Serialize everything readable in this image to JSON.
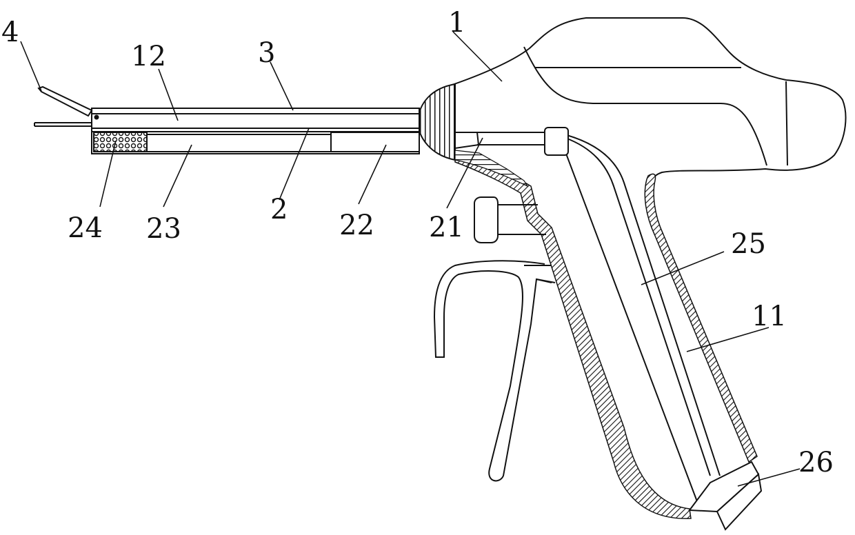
{
  "labels": {
    "l1": "1",
    "l2": "2",
    "l3": "3",
    "l4": "4",
    "l11": "11",
    "l12": "12",
    "l21": "21",
    "l22": "22",
    "l23": "23",
    "l24": "24",
    "l25": "25",
    "l26": "26"
  }
}
